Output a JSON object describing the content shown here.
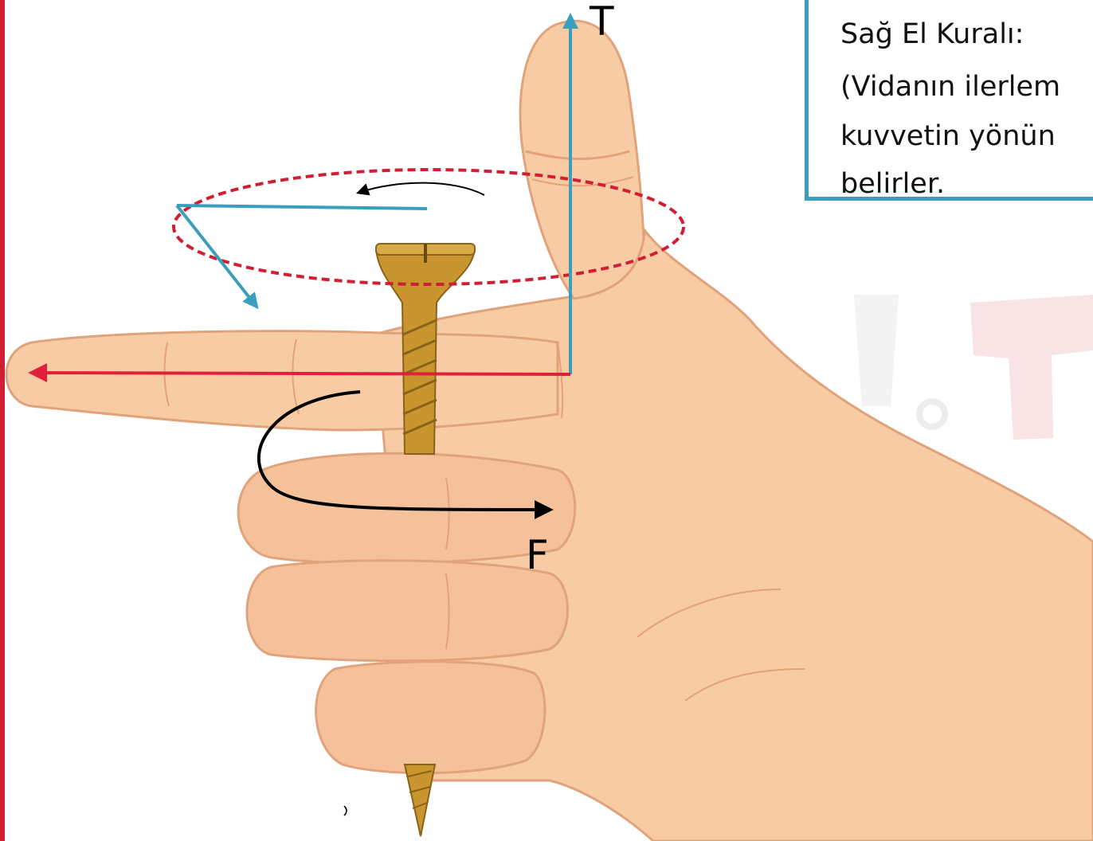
{
  "info_box": {
    "line1": "Sağ El Kuralı:",
    "line2": "(Vidanın ilerlem",
    "line3": "kuvvetin yönün",
    "line4": "belirler.",
    "border_color": "#3a9fbd"
  },
  "labels": {
    "torque": "T",
    "force": "F"
  },
  "colors": {
    "torque_axis": "#3a9fbd",
    "index_finger_arrow": "#e0203a",
    "rotation_ellipse": "#d21e35",
    "left_border": "#d21e35",
    "skin": "#f7cba3",
    "skin_shadow": "#e4a27a",
    "screw_gold": "#c8952e",
    "curl_arrow": "#000000"
  },
  "icons": [
    "hand-illustration",
    "screw-icon",
    "logo-watermark"
  ]
}
